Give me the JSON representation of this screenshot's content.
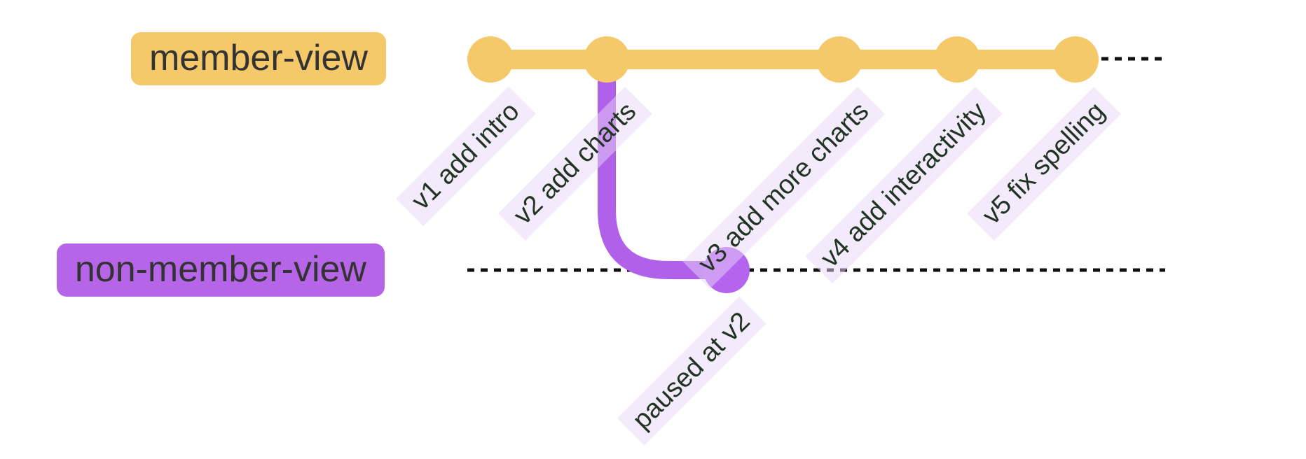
{
  "diagram": {
    "type": "git-graph",
    "branches": [
      {
        "name": "member-view",
        "color": "#F5C869"
      },
      {
        "name": "non-member-view",
        "color": "#B665E8"
      }
    ],
    "commits": [
      {
        "id": "v1 add intro",
        "branch": "member-view"
      },
      {
        "id": "v2 add charts",
        "branch": "member-view"
      },
      {
        "id": "paused at v2",
        "branch": "non-member-view"
      },
      {
        "id": "v3 add more charts",
        "branch": "member-view"
      },
      {
        "id": "v4 add interactivity",
        "branch": "member-view"
      },
      {
        "id": "v5 fix spelling",
        "branch": "member-view"
      }
    ],
    "colors": {
      "member_branch": "#F5C869",
      "non_member_branch": "#B160EA",
      "non_member_dot": "#B464EE",
      "commit_label_bg": "#E8D6F7",
      "commit_label_text": "#213421",
      "branch_label_text": "#333333",
      "dotted_line": "#111111"
    }
  }
}
